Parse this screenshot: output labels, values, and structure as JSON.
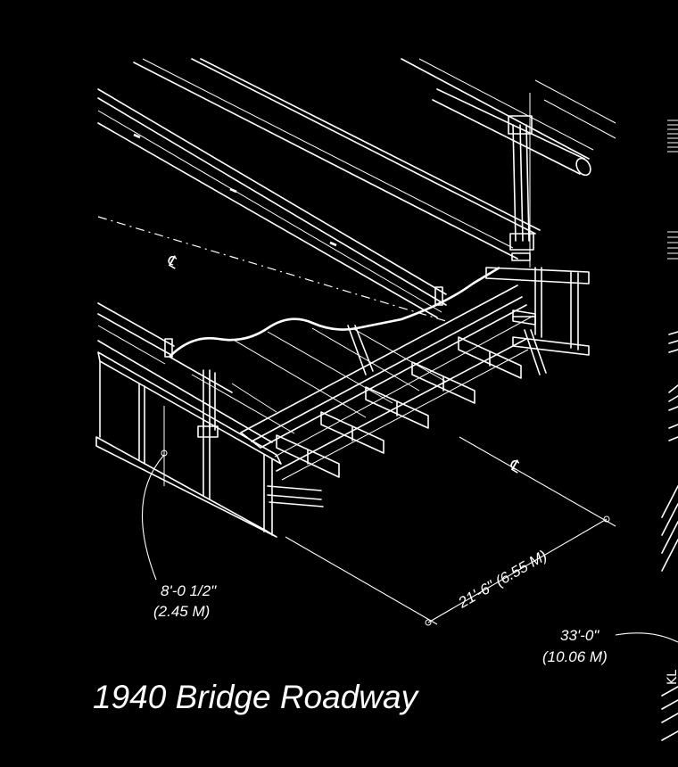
{
  "title": "1940 Bridge Roadway",
  "dimensions": {
    "girder_depth": {
      "imperial": "8'-0 1/2\"",
      "metric": "(2.45 M)"
    },
    "roadway_width": "21'-6\" (6.55 M)",
    "second_width": {
      "imperial": "33'-0\"",
      "metric": "(10.06 M)"
    }
  },
  "centerline_symbol": "℄",
  "edge_mark": "KL"
}
